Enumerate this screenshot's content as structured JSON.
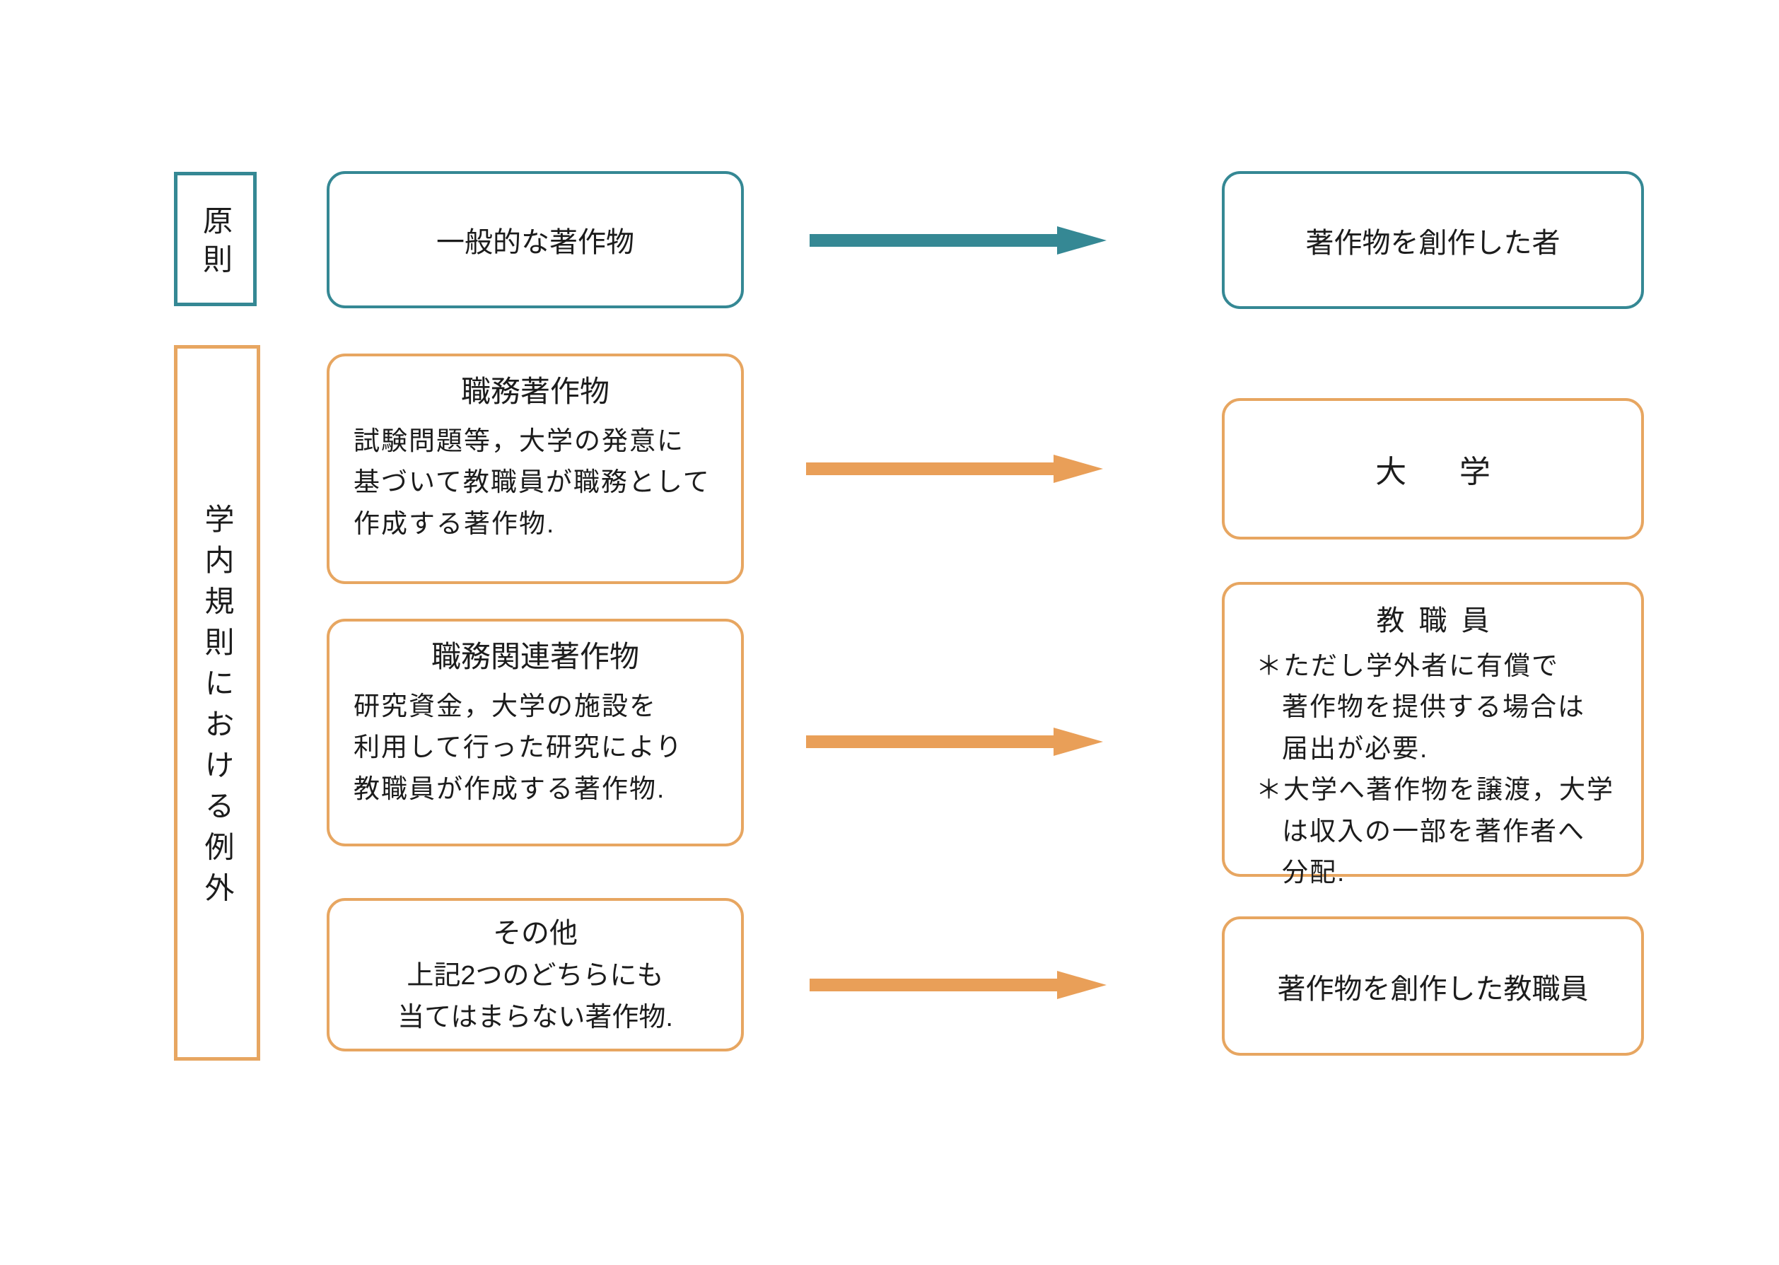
{
  "diagram": {
    "row_labels": {
      "principle": "原則",
      "exception": "学内規則における例外"
    },
    "principle_row": {
      "source": "一般的な著作物",
      "result": "著作物を創作した者"
    },
    "exception_rows": {
      "job_work": {
        "title": "職務著作物",
        "line1": "試験問題等，大学の発意に",
        "line2": "基づいて教職員が職務として",
        "line3": "作成する著作物.",
        "result": "大学"
      },
      "job_related": {
        "title": "職務関連著作物",
        "line1": "研究資金，大学の施設を",
        "line2": "利用して行った研究により",
        "line3": "教職員が作成する著作物.",
        "result": "教職員"
      },
      "other": {
        "title": "その他",
        "line1": "上記2つのどちらにも",
        "line2": "当てはまらない著作物.",
        "result": "著作物を創作した教職員"
      }
    },
    "staff_notes": {
      "note1_marker": "＊",
      "note1_line1": "ただし学外者に有償で",
      "note1_line2": "著作物を提供する場合は",
      "note1_line3": "届出が必要.",
      "note2_marker": "＊",
      "note2_line1": "大学へ著作物を譲渡，大学",
      "note2_line2": "は収入の一部を著作者へ",
      "note2_line3": "分配."
    }
  },
  "colors": {
    "teal": "#358894",
    "orange": "#E7A661",
    "arrow_orange": "#E99F58",
    "text": "#1C1C1C",
    "background": "#FFFFFF"
  }
}
